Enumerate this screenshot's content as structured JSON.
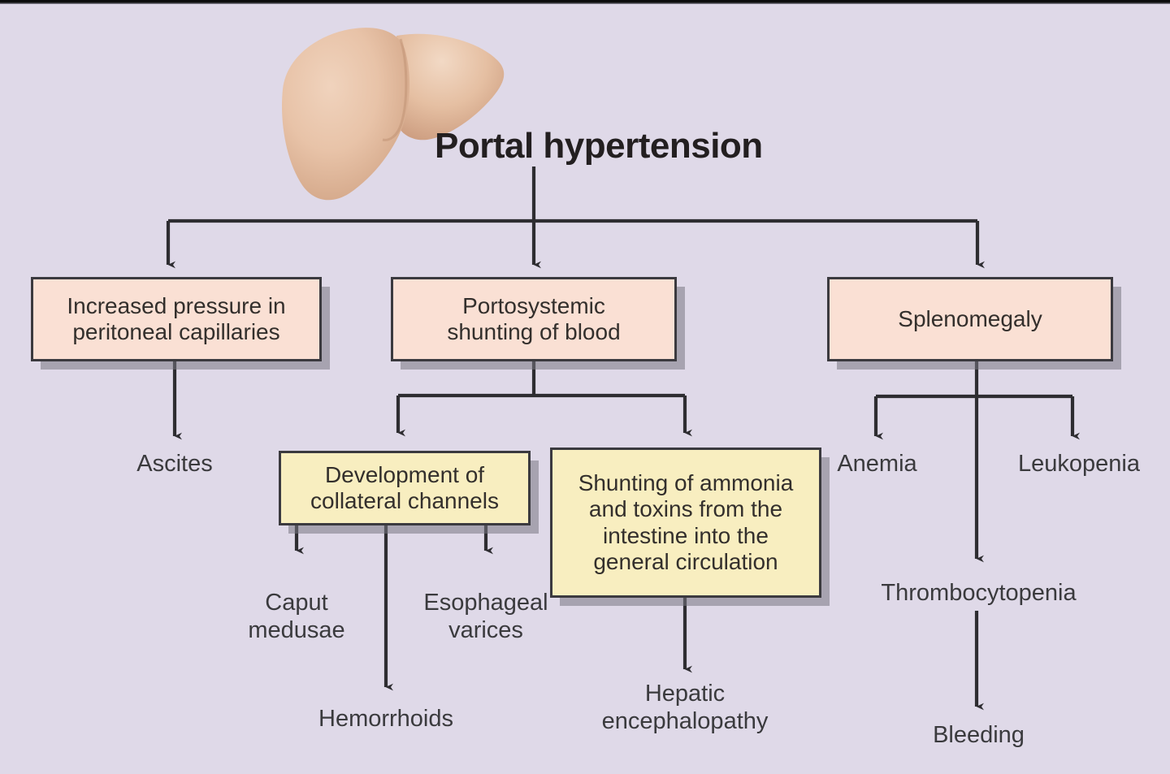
{
  "figure": {
    "title": "Portal hypertension",
    "root_icon": "liver-icon",
    "background_color": "#dfd9e8",
    "pink_box_color": "#fae0d4",
    "yellow_box_color": "#f8eec0",
    "border_color": "#3b3a3f",
    "text_color": "#332f2c"
  },
  "boxes": {
    "increased_pressure": "Increased pressure in\nperitoneal capillaries",
    "portosystemic_shunting": "Portosystemic\nshunting of blood",
    "splenomegaly": "Splenomegaly",
    "collateral_channels": "Development of\ncollateral channels",
    "ammonia_shunting": "Shunting of ammonia\nand toxins from the\nintestine into the\ngeneral circulation"
  },
  "labels": {
    "ascites": "Ascites",
    "caput_medusae": "Caput\nmedusae",
    "hemorrhoids": "Hemorrhoids",
    "esophageal_varices": "Esophageal\nvarices",
    "hepatic_encephalopathy": "Hepatic\nencephalopathy",
    "anemia": "Anemia",
    "leukopenia": "Leukopenia",
    "thrombocytopenia": "Thrombocytopenia",
    "bleeding": "Bleeding"
  },
  "chart_data": {
    "type": "diagram",
    "title": "Portal hypertension",
    "nodes": [
      {
        "id": "portal_hypertension",
        "label": "Portal hypertension",
        "style": "title"
      },
      {
        "id": "increased_pressure",
        "label": "Increased pressure in peritoneal capillaries",
        "style": "pink-box"
      },
      {
        "id": "portosystemic_shunting",
        "label": "Portosystemic shunting of blood",
        "style": "pink-box"
      },
      {
        "id": "splenomegaly",
        "label": "Splenomegaly",
        "style": "pink-box"
      },
      {
        "id": "collateral_channels",
        "label": "Development of collateral channels",
        "style": "yellow-box"
      },
      {
        "id": "ammonia_shunting",
        "label": "Shunting of ammonia and toxins from the intestine into the general circulation",
        "style": "yellow-box"
      },
      {
        "id": "ascites",
        "label": "Ascites",
        "style": "text"
      },
      {
        "id": "caput_medusae",
        "label": "Caput medusae",
        "style": "text"
      },
      {
        "id": "hemorrhoids",
        "label": "Hemorrhoids",
        "style": "text"
      },
      {
        "id": "esophageal_varices",
        "label": "Esophageal varices",
        "style": "text"
      },
      {
        "id": "hepatic_encephalopathy",
        "label": "Hepatic encephalopathy",
        "style": "text"
      },
      {
        "id": "anemia",
        "label": "Anemia",
        "style": "text"
      },
      {
        "id": "leukopenia",
        "label": "Leukopenia",
        "style": "text"
      },
      {
        "id": "thrombocytopenia",
        "label": "Thrombocytopenia",
        "style": "text"
      },
      {
        "id": "bleeding",
        "label": "Bleeding",
        "style": "text"
      }
    ],
    "edges": [
      {
        "from": "portal_hypertension",
        "to": "increased_pressure"
      },
      {
        "from": "portal_hypertension",
        "to": "portosystemic_shunting"
      },
      {
        "from": "portal_hypertension",
        "to": "splenomegaly"
      },
      {
        "from": "increased_pressure",
        "to": "ascites"
      },
      {
        "from": "portosystemic_shunting",
        "to": "collateral_channels"
      },
      {
        "from": "portosystemic_shunting",
        "to": "ammonia_shunting"
      },
      {
        "from": "collateral_channels",
        "to": "caput_medusae"
      },
      {
        "from": "collateral_channels",
        "to": "hemorrhoids"
      },
      {
        "from": "collateral_channels",
        "to": "esophageal_varices"
      },
      {
        "from": "ammonia_shunting",
        "to": "hepatic_encephalopathy"
      },
      {
        "from": "splenomegaly",
        "to": "anemia"
      },
      {
        "from": "splenomegaly",
        "to": "leukopenia"
      },
      {
        "from": "splenomegaly",
        "to": "thrombocytopenia"
      },
      {
        "from": "thrombocytopenia",
        "to": "bleeding"
      }
    ]
  }
}
